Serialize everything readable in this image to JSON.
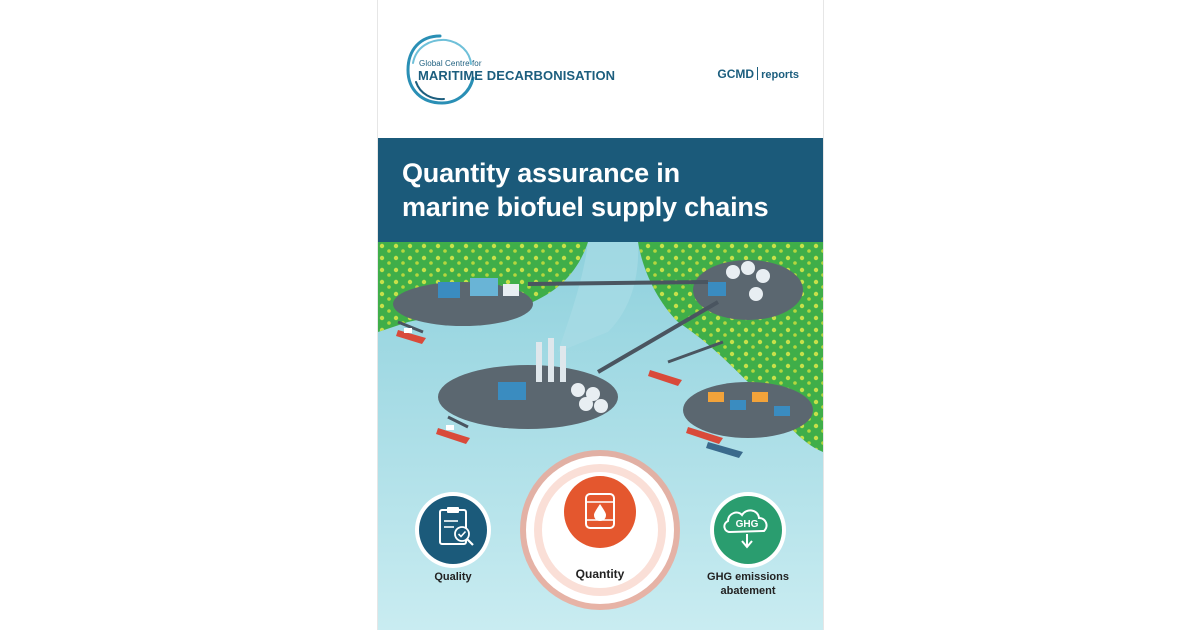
{
  "logo": {
    "small_text": "Global Centre for",
    "big_text": "MARITIME DECARBONISATION"
  },
  "header": {
    "brand": "GCMD",
    "series": "reports"
  },
  "title": {
    "line1": "Quantity assurance in",
    "line2": "marine biofuel supply chains"
  },
  "pillars": [
    {
      "label": "Quality",
      "icon": "clipboard-check-icon",
      "color": "#1b5a7a"
    },
    {
      "label": "Quantity",
      "icon": "fuel-barrel-icon",
      "color": "#e4572e"
    },
    {
      "label_line1": "GHG emissions",
      "label_line2": "abatement",
      "icon": "ghg-cloud-icon",
      "icon_text": "GHG",
      "color": "#2a9d6f"
    }
  ],
  "colors": {
    "title_band": "#1b5a7a",
    "land": "#3fae49",
    "water": "#7fc6d6",
    "accent_orange": "#e4572e",
    "accent_green": "#2a9d6f"
  }
}
